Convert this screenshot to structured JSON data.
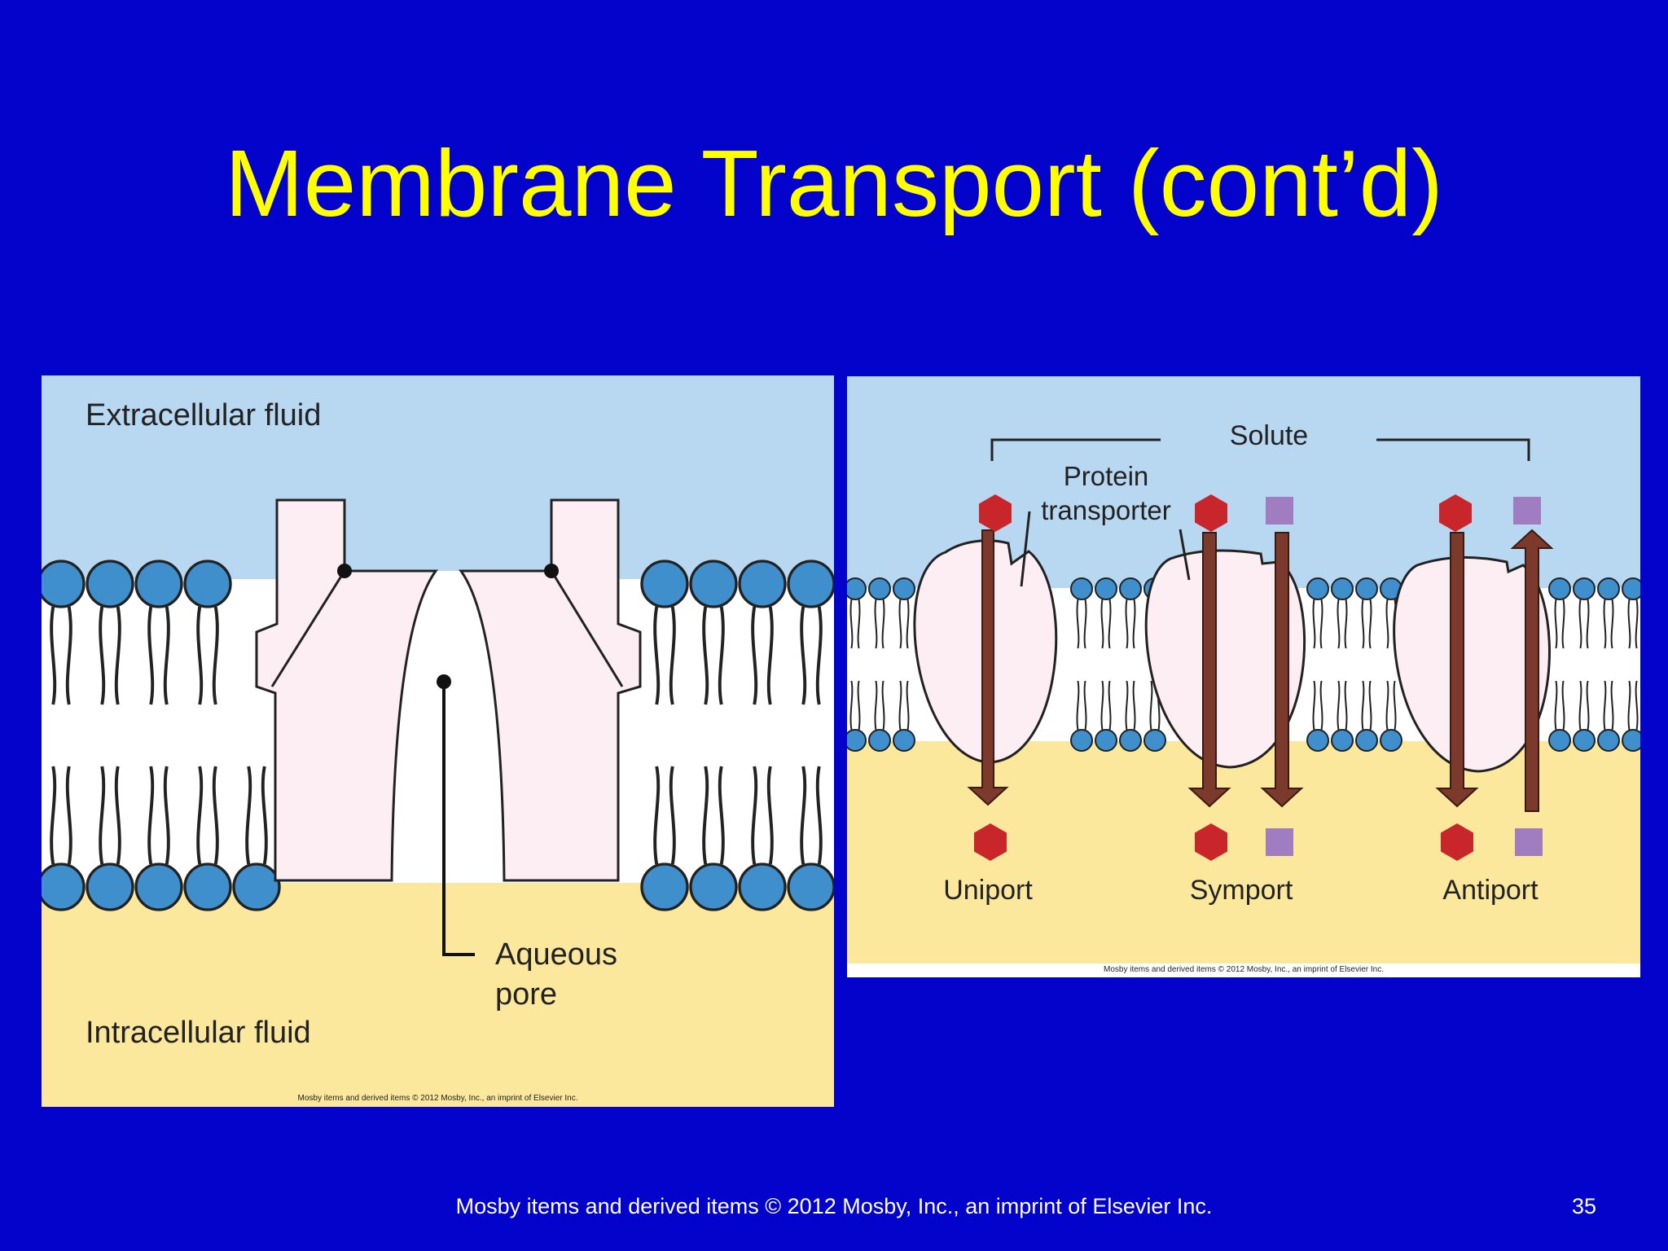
{
  "slide": {
    "title": "Membrane Transport (cont’d)",
    "footer": "Mosby items and derived items © 2012 Mosby, Inc., an imprint of Elsevier Inc.",
    "page_number": "35"
  },
  "channel_figure": {
    "extracellular_label": "Extracellular fluid",
    "intracellular_label": "Intracellular fluid",
    "pore_label_line1": "Aqueous",
    "pore_label_line2": "pore",
    "credit": "Mosby items and derived items © 2012 Mosby, Inc., an imprint of Elsevier Inc."
  },
  "transporter_figure": {
    "solute_label": "Solute",
    "protein_label_line1": "Protein",
    "protein_label_line2": "transporter",
    "modes": [
      {
        "label": "Uniport"
      },
      {
        "label": "Symport"
      },
      {
        "label": "Antiport"
      }
    ],
    "credit": "Mosby items and derived items © 2012 Mosby, Inc., an imprint of Elsevier Inc."
  },
  "colors": {
    "slide_background": "#0303cc",
    "title": "#ffff00",
    "extracellular": "#b8d8f2",
    "intracellular": "#fbe89c",
    "phospholipid_head": "#3f8fcd",
    "protein": "#fdeef4",
    "arrow": "#7b3a2c",
    "solute_hexagon": "#c8262a",
    "solute_square": "#a07cc0"
  }
}
